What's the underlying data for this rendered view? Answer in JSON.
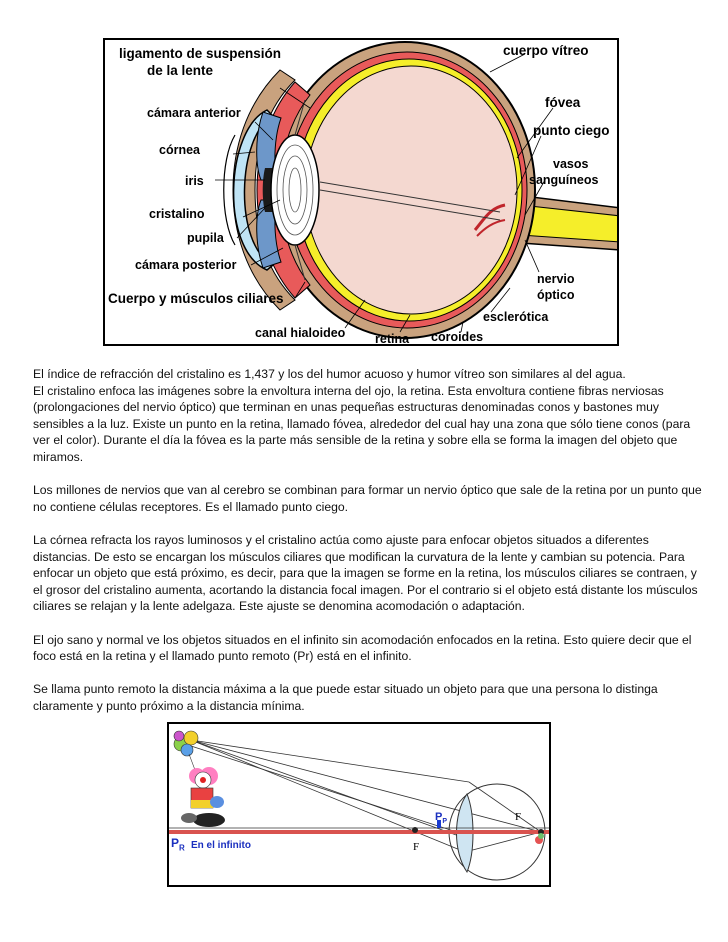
{
  "eye_diagram": {
    "labels": {
      "ligamento_1": "ligamento de suspensión",
      "ligamento_2": "de la lente",
      "camara_anterior": "cámara anterior",
      "cornea": "córnea",
      "iris": "iris",
      "cristalino": "cristalino",
      "pupila": "pupila",
      "camara_posterior": "cámara posterior",
      "cuerpo_musculos": "Cuerpo y músculos ciliares",
      "canal_hialoideo": "canal hialoideo",
      "retina": "retina",
      "coroides": "coroides",
      "esclerotica": "esclerótica",
      "nervio_1": "nervio",
      "nervio_2": "óptico",
      "vasos_1": "vasos",
      "vasos_2": "sanguíneos",
      "punto_ciego": "punto ciego",
      "fovea": "fóvea",
      "cuerpo_vitreo": "cuerpo vítreo"
    },
    "colors": {
      "sclera": "#c9a27e",
      "choroid": "#e85a5a",
      "retina": "#f5ee2a",
      "vitreous": "#f4d8d0",
      "cornea": "#bfe4f5",
      "iris": "#6d97c9",
      "lens": "#ffffff"
    }
  },
  "paragraphs": [
    "El índice de refracción del cristalino es 1,437 y los del humor acuoso y humor vítreo son similares al del agua.",
    "El cristalino enfoca las imágenes sobre la envoltura interna del ojo, la retina. Esta envoltura contiene fibras nerviosas (prolongaciones del nervio óptico) que terminan en unas pequeñas estructuras denominadas conos y bastones muy sensibles a la luz. Existe un punto en la retina, llamado fóvea, alrededor del cual hay una zona que sólo tiene conos (para ver el color). Durante el día la fóvea es la parte más sensible de la retina y sobre ella se forma la imagen del objeto que miramos.",
    "Los millones de nervios que van al cerebro se combinan para formar un nervio óptico que sale de la retina por un punto que no contiene células receptores. Es el llamado punto ciego.",
    "La córnea refracta los rayos luminosos y el cristalino actúa como ajuste para enfocar objetos situados a diferentes distancias. De esto se encargan los músculos ciliares que modifican la curvatura de la lente y cambian su potencia. Para enfocar un objeto que está próximo, es decir, para que la imagen se forme en la retina, los músculos ciliares se contraen, y el grosor del cristalino aumenta, acortando la distancia focal imagen. Por el contrario si el objeto está distante los músculos ciliares se relajan y la lente adelgaza. Este ajuste se denomina acomodación o adaptación.",
    "El ojo sano y normal ve los objetos situados en el infinito sin acomodación enfocados en la retina. Esto quiere decir que el foco está en la retina y el llamado punto remoto (Pr) está en el infinito.",
    "Se llama punto remoto la distancia máxima a la que puede estar situado un objeto para que una persona lo distinga claramente y punto próximo a la distancia mínima."
  ],
  "optics_diagram": {
    "pr_letter": "P",
    "pr_sub": "R",
    "infinito_label": "En el infinito",
    "pp_letter": "P",
    "pp_sub": "P",
    "focus_label_bottom": "F",
    "focus_label_top": "F",
    "colors": {
      "axis": "#d9534f",
      "pp_marker": "#1a3bd1",
      "label": "#1a2fbf"
    }
  }
}
